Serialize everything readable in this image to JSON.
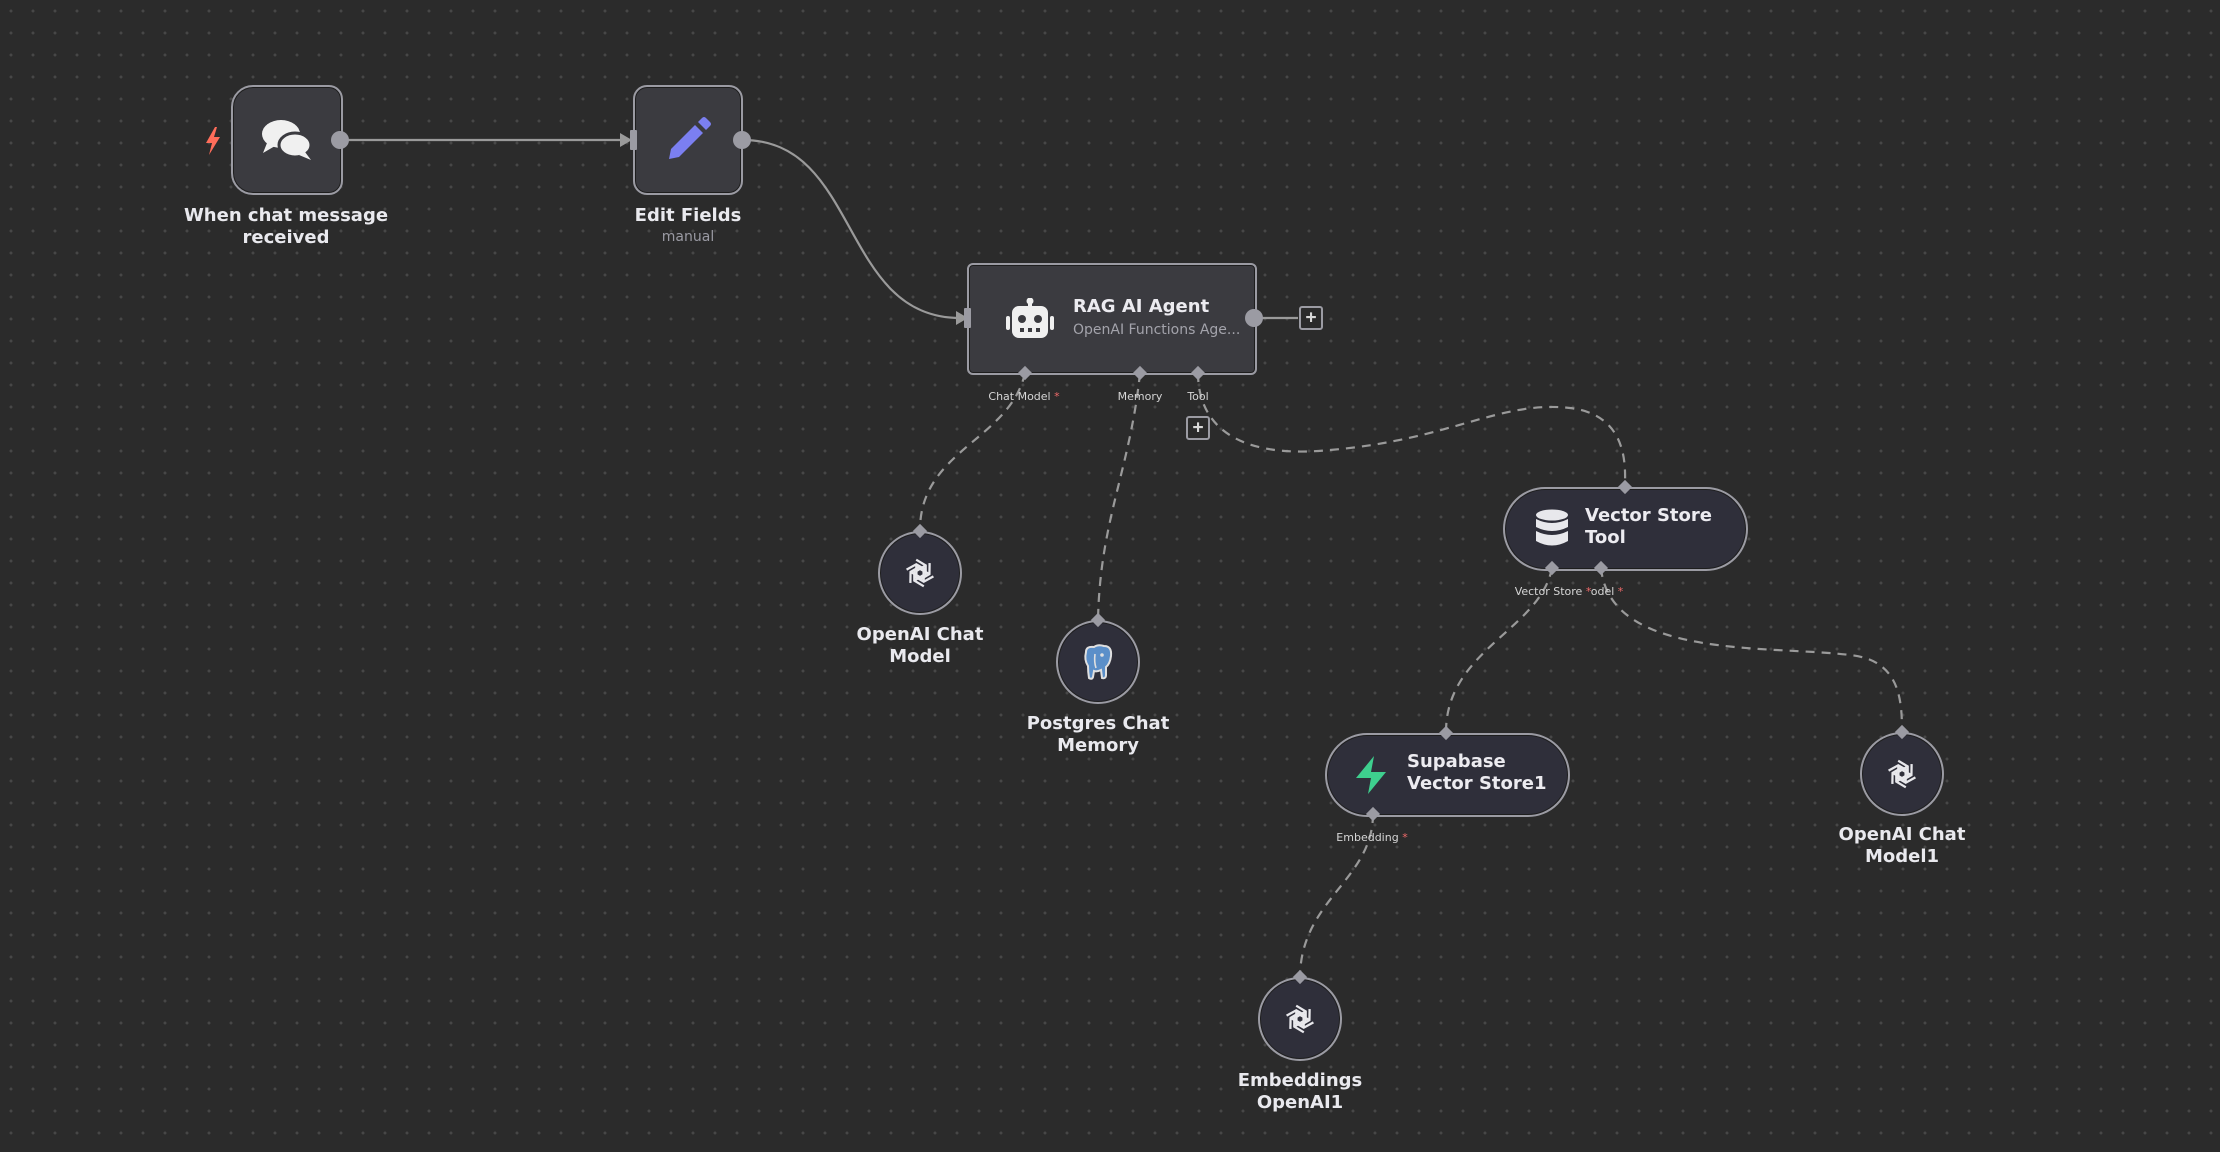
{
  "nodes": {
    "chat_trigger": {
      "label_line1": "When chat message",
      "label_line2": "received",
      "icon": "chat-bubbles-icon"
    },
    "edit_fields": {
      "label": "Edit Fields",
      "sublabel": "manual",
      "icon": "pencil-icon"
    },
    "rag_agent": {
      "title": "RAG AI Agent",
      "subtitle": "OpenAI Functions Age...",
      "icon": "robot-icon"
    },
    "openai_chat_model": {
      "label_line1": "OpenAI Chat",
      "label_line2": "Model",
      "icon": "openai-icon"
    },
    "postgres_memory": {
      "label_line1": "Postgres Chat",
      "label_line2": "Memory",
      "icon": "postgres-elephant-icon"
    },
    "vector_store_tool": {
      "title_line1": "Vector Store",
      "title_line2": "Tool",
      "icon": "database-icon"
    },
    "supabase_vector_store": {
      "title_line1": "Supabase",
      "title_line2": "Vector Store1",
      "icon": "supabase-bolt-icon"
    },
    "openai_chat_model1": {
      "label_line1": "OpenAI Chat",
      "label_line2": "Model1",
      "icon": "openai-icon"
    },
    "embeddings_openai": {
      "label_line1": "Embeddings",
      "label_line2": "OpenAI1",
      "icon": "openai-icon"
    }
  },
  "ports": {
    "agent_chat_model": "Chat Model",
    "agent_memory": "Memory",
    "agent_tool": "Tool",
    "vst_vector_store": "Vector Store",
    "vst_model": "odel",
    "supabase_embedding": "Embedding",
    "required_marker": "*"
  },
  "buttons": {
    "plus": "+"
  },
  "colors": {
    "background": "#2b2b2b",
    "node_border": "#9b9ba3",
    "edge": "#9a9a9a",
    "trigger_bolt": "#ff6d5a",
    "pencil": "#7b7ff0",
    "supabase": "#3ecf8e",
    "required": "#ef6a6a"
  }
}
